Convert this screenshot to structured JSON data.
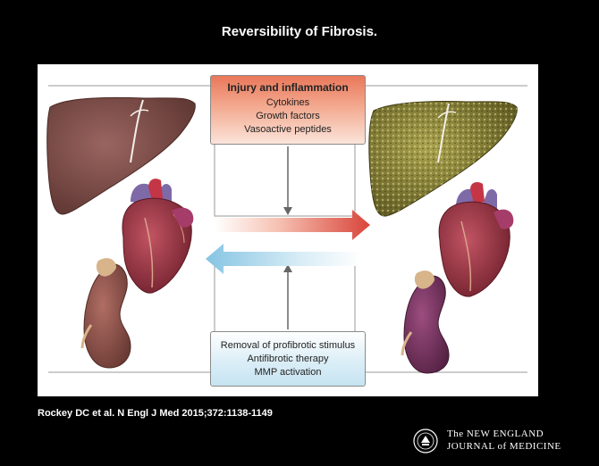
{
  "title": "Reversibility of Fibrosis.",
  "citation": "Rockey DC et al. N Engl J Med 2015;372:1138-1149",
  "journal": {
    "line1": "The NEW ENGLAND",
    "line2": "JOURNAL of MEDICINE"
  },
  "top_box": {
    "title": "Injury and inflammation",
    "items": [
      "Cytokines",
      "Growth factors",
      "Vasoactive peptides"
    ]
  },
  "bottom_box": {
    "items": [
      "Removal of profibrotic stimulus",
      "Antifibrotic therapy",
      "MMP activation"
    ]
  },
  "colors": {
    "forward_arrow": "#d9443a",
    "reverse_arrow": "#8ec9e6",
    "normal_liver": "#7a4a45",
    "fibrotic_liver": "#8f8a3c",
    "heart": "#9b3040",
    "normal_kidney": "#8c5048",
    "fibrotic_kidney": "#7a3560"
  },
  "icons": [
    "normal-liver-illustration",
    "normal-heart-illustration",
    "normal-kidney-illustration",
    "fibrotic-liver-illustration",
    "fibrotic-heart-illustration",
    "fibrotic-kidney-illustration",
    "nejm-seal-icon"
  ]
}
